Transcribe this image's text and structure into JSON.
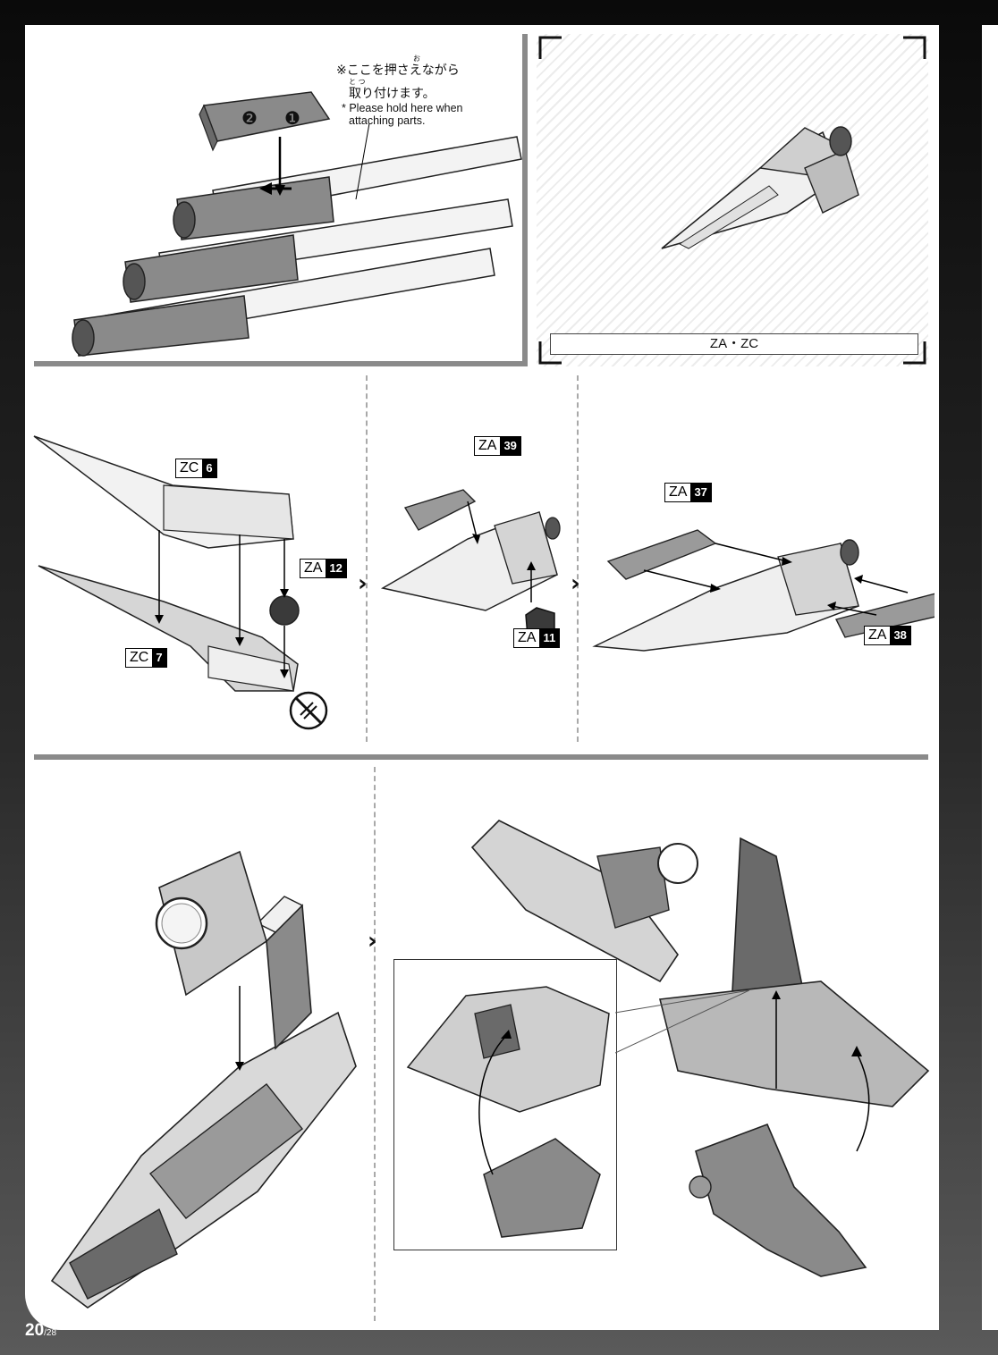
{
  "note": {
    "jp_line1": "※ここを押さえながら",
    "jp_line2": "取り付けます。",
    "ruby1": "お",
    "ruby2": "と つ",
    "en_line1": "* Please hold here when",
    "en_line2": "attaching parts."
  },
  "steps": {
    "step1": "❶",
    "step2": "❷"
  },
  "caption": "ZA・ZC",
  "parts": {
    "zc6": {
      "runner": "ZC",
      "num": "6"
    },
    "zc7": {
      "runner": "ZC",
      "num": "7"
    },
    "za12": {
      "runner": "ZA",
      "num": "12"
    },
    "za39": {
      "runner": "ZA",
      "num": "39"
    },
    "za11": {
      "runner": "ZA",
      "num": "11"
    },
    "za37": {
      "runner": "ZA",
      "num": "37"
    },
    "za38": {
      "runner": "ZA",
      "num": "38"
    }
  },
  "chevron": "›",
  "page": {
    "current": "20",
    "total": "/28"
  },
  "colors": {
    "ink": "#111111",
    "light_part": "#e8e8e8",
    "mid_part": "#9a9a9a",
    "dark_part": "#4a4a4a"
  }
}
